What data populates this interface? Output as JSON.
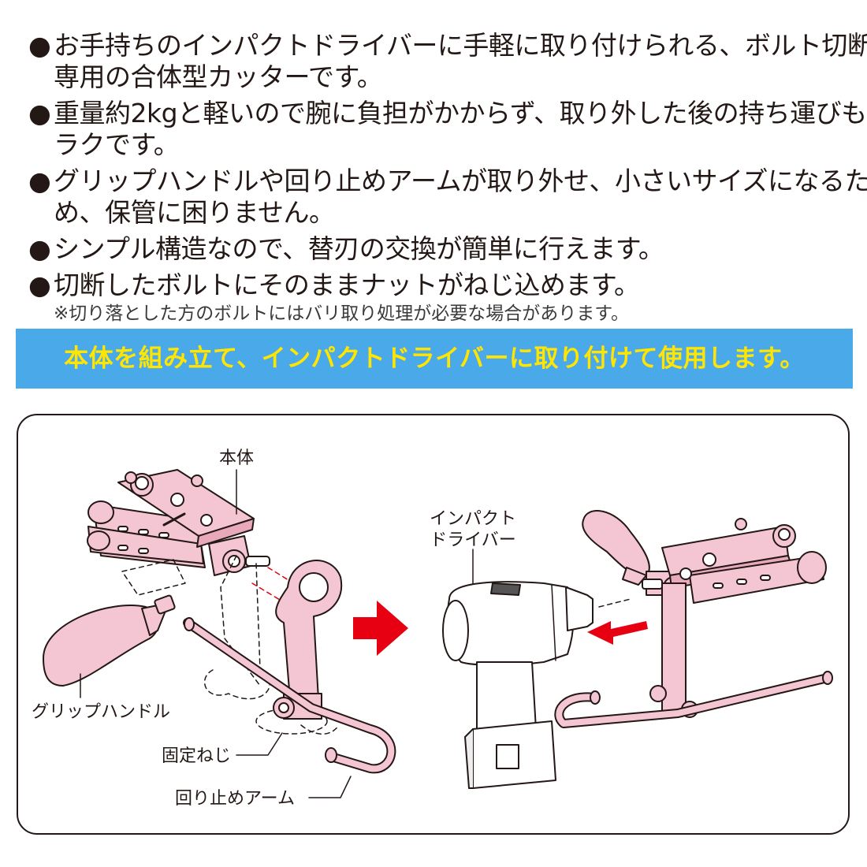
{
  "features": [
    {
      "bullet": "●",
      "text": "お手持ちのインパクトドライバーに手軽に取り付けられる、ボルト切断",
      "cont": "専用の合体型カッターです。"
    },
    {
      "bullet": "●",
      "text": "重量約2kgと軽いので腕に負担がかからず、取り外した後の持ち運びも",
      "cont": "ラクです。"
    },
    {
      "bullet": "●",
      "text": "グリップハンドルや回り止めアームが取り外せ、小さいサイズになるた",
      "cont": "め、保管に困りません。"
    },
    {
      "bullet": "●",
      "text": "シンプル構造なので、替刃の交換が簡単に行えます。"
    },
    {
      "bullet": "●",
      "text": "切断したボルトにそのままナットがねじ込めます。",
      "note": "※切り落とした方のボルトにはバリ取り処理が必要な場合があります。"
    }
  ],
  "banner": {
    "text": "本体を組み立て、インパクトドライバーに取り付けて使用します。"
  },
  "diagram": {
    "labels": {
      "body": "本体",
      "impact_driver_line1": "インパクト",
      "impact_driver_line2": "ドライバー",
      "grip_handle": "グリップハンドル",
      "fixing_screw": "固定ねじ",
      "anti_rotation_arm": "回り止めアーム"
    }
  },
  "colors": {
    "banner_bg": "#4aa9e9",
    "banner_text": "#ffe500",
    "parts_pink": "#f4c5d3",
    "arrow_red": "#e60012"
  }
}
